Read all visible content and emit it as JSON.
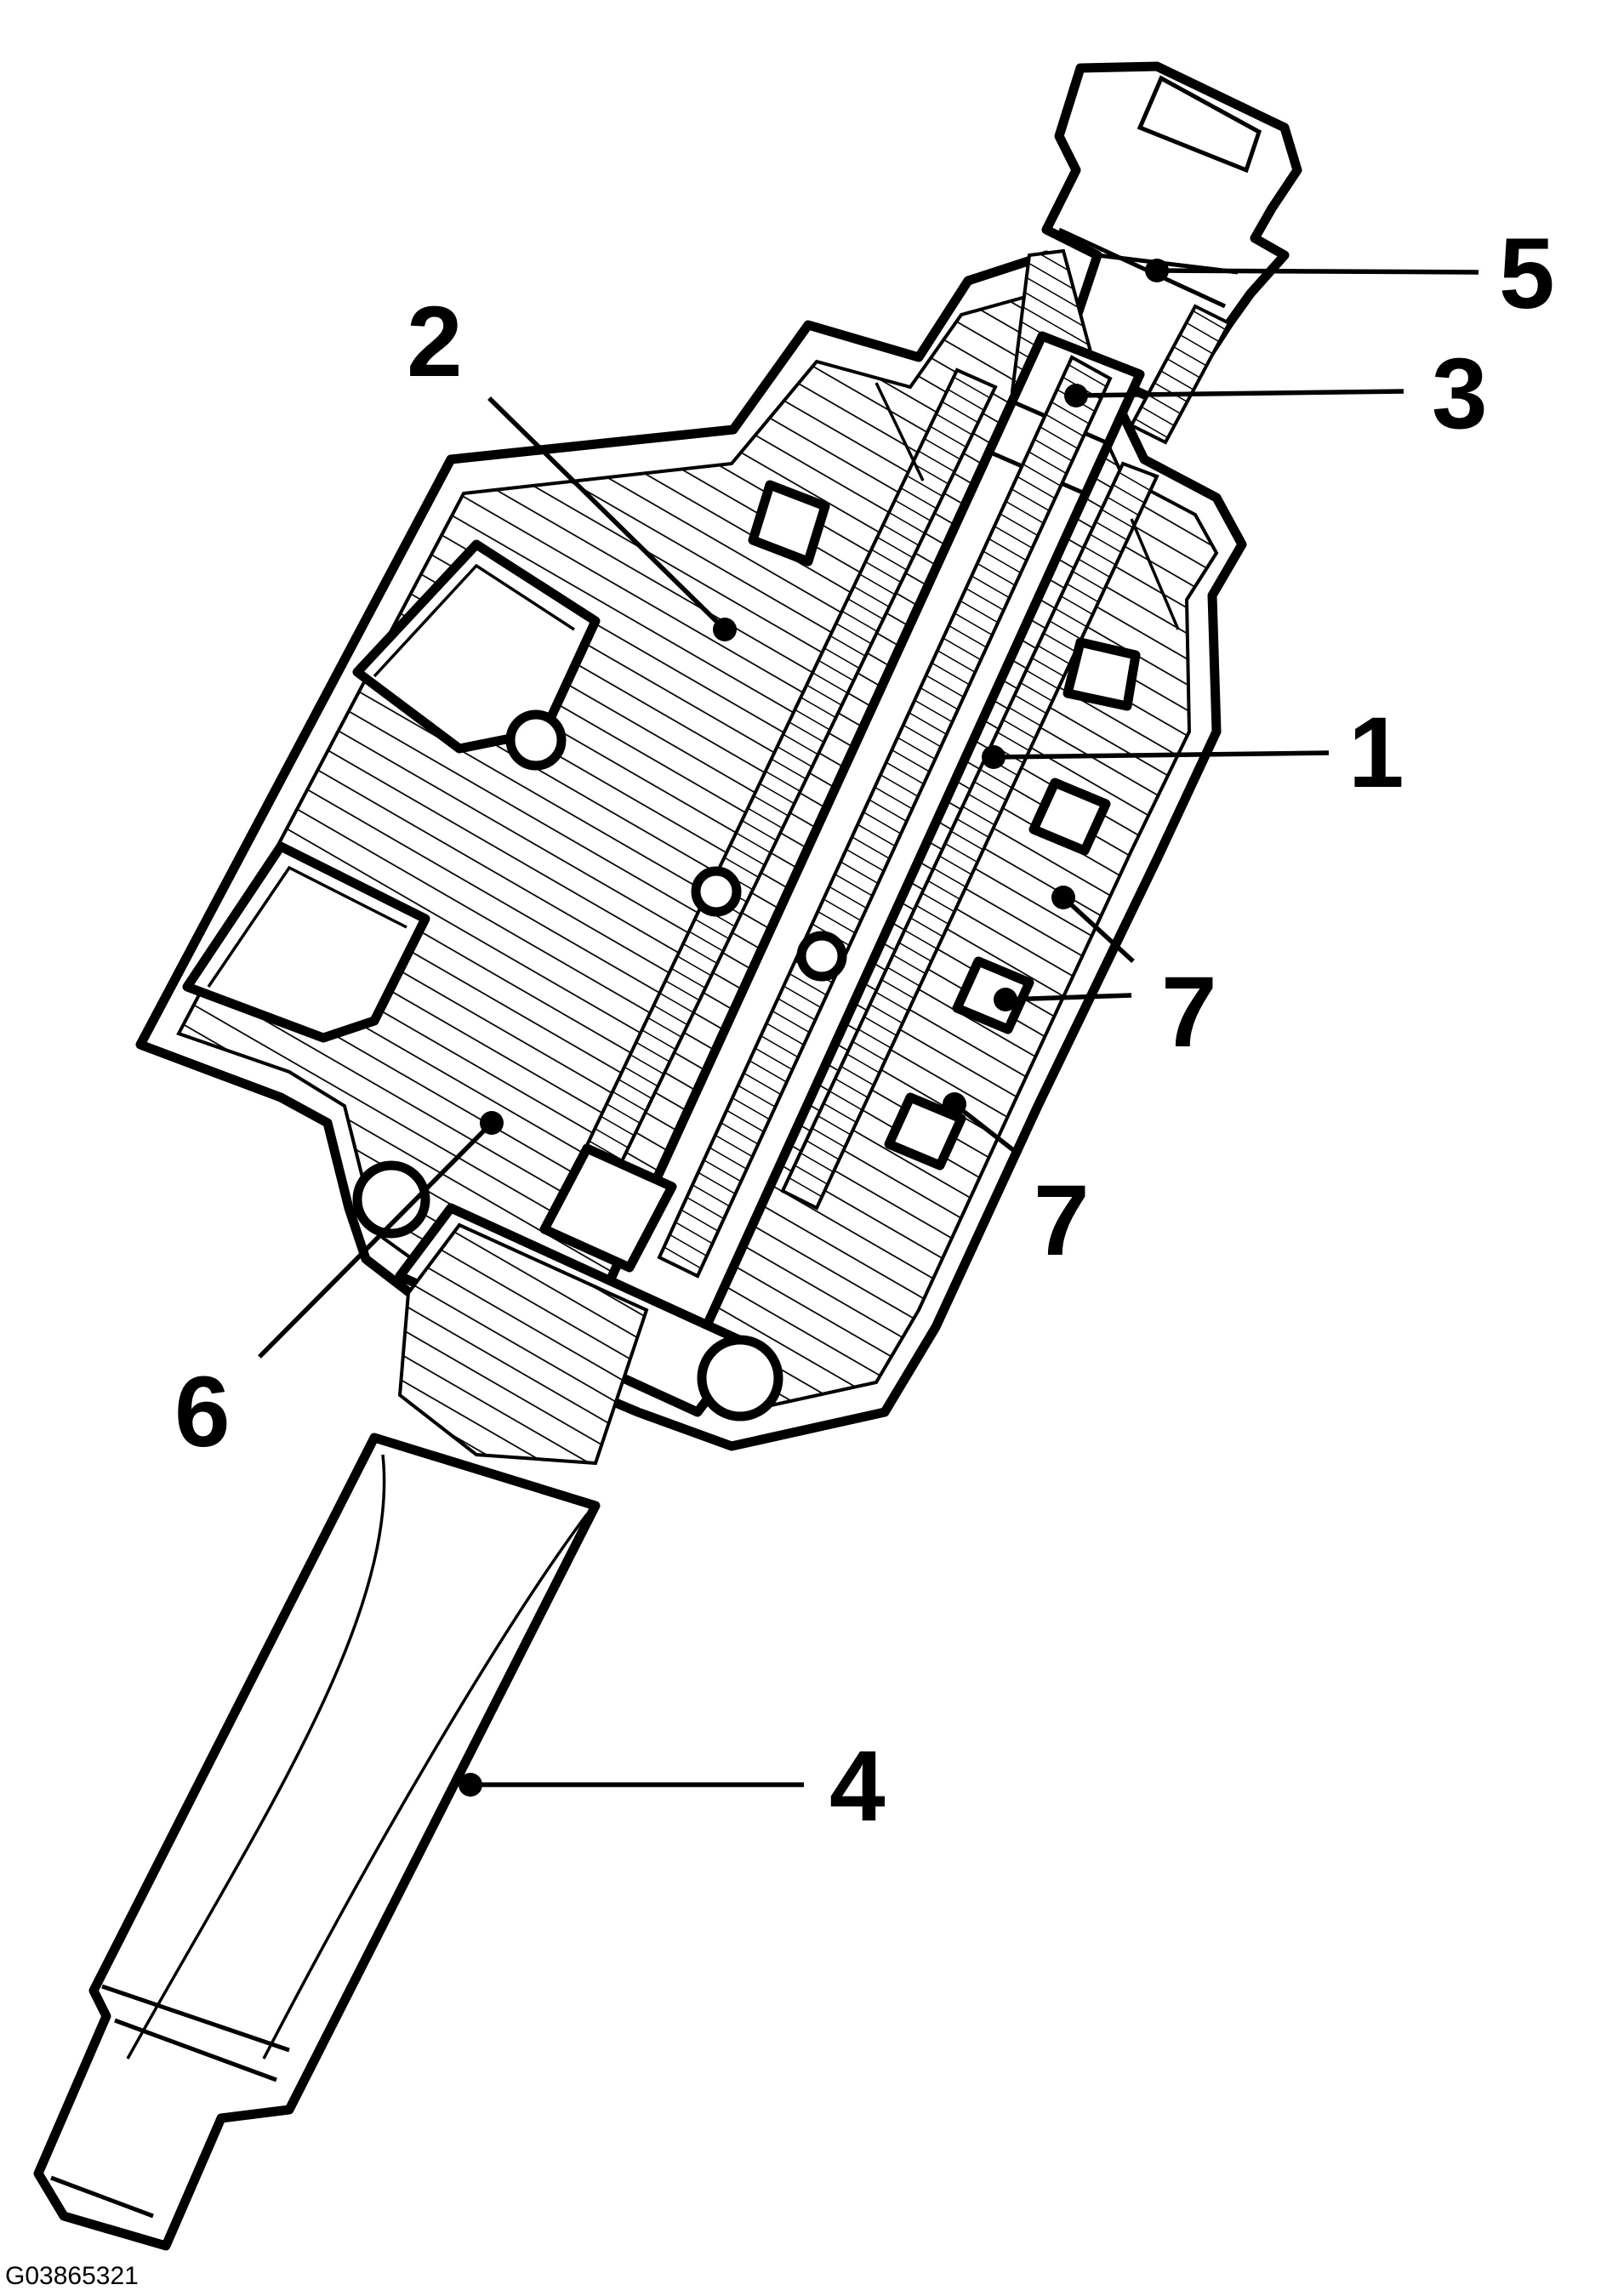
{
  "figure_id": "G03865321",
  "callouts": [
    {
      "label": "1"
    },
    {
      "label": "2"
    },
    {
      "label": "3"
    },
    {
      "label": "4"
    },
    {
      "label": "5"
    },
    {
      "label": "6"
    },
    {
      "label": "7"
    },
    {
      "label": "7"
    }
  ]
}
